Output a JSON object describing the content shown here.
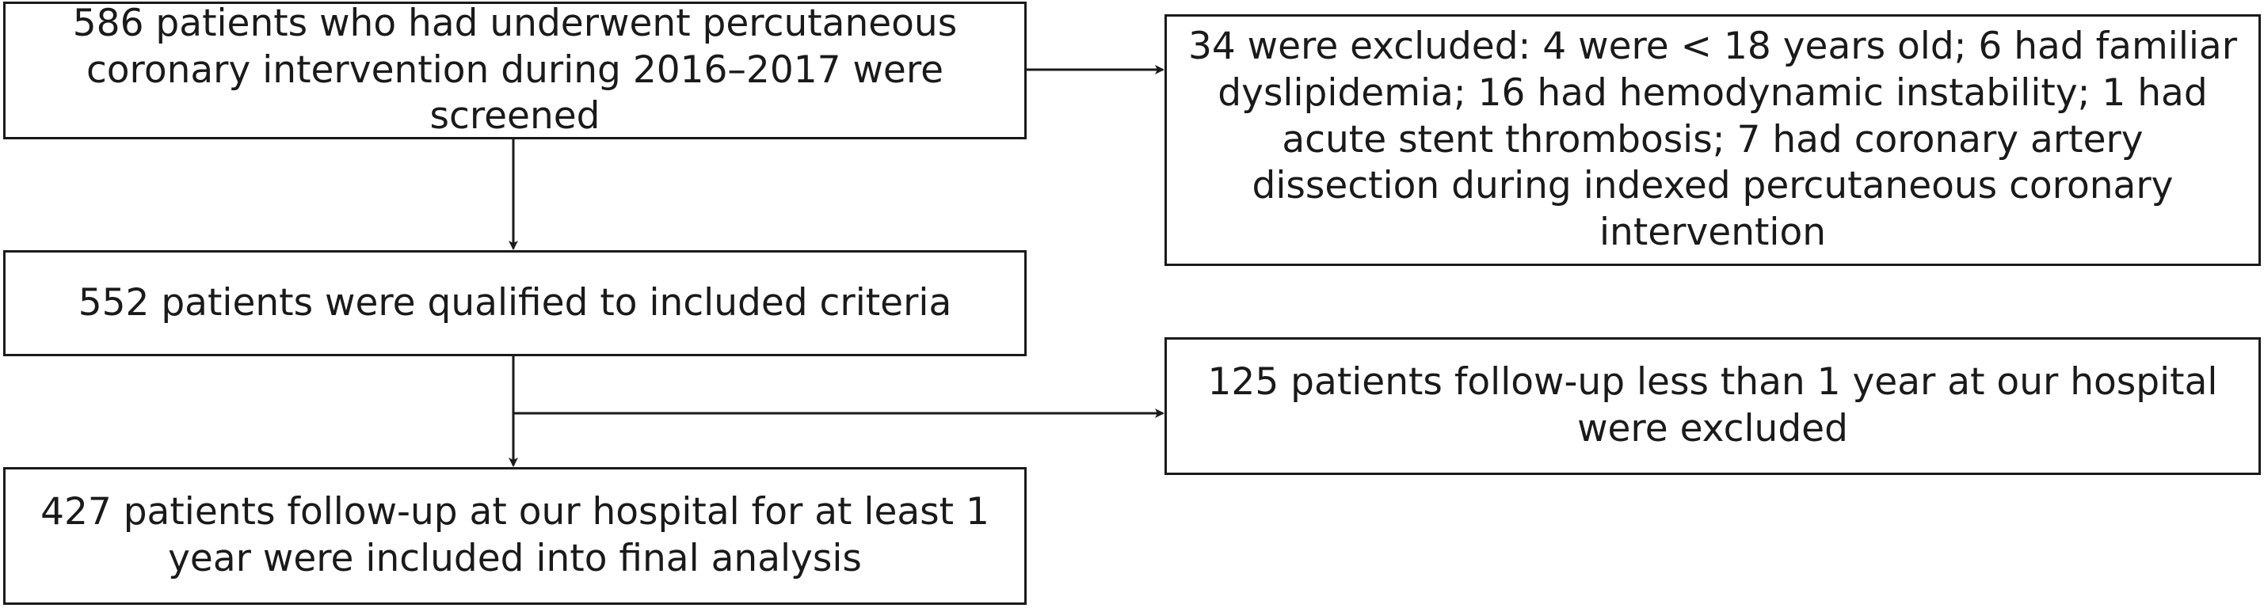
{
  "boxes": {
    "screened": "586 patients who had underwent percutaneous coronary intervention during 2016–2017 were screened",
    "qualified": "552 patients were qualified to included criteria",
    "final": "427 patients follow-up at our hospital for at least 1 year were included into final analysis",
    "excluded_first": "34 were excluded: 4 were < 18 years old; 6 had familiar dyslipidemia; 16 had hemodynamic instability; 1 had acute stent thrombosis; 7 had coronary artery dissection during indexed percutaneous coronary intervention",
    "excluded_followup": "125 patients follow-up less than 1 year at our hospital were excluded"
  },
  "colors": {
    "stroke": "#1a1a1a",
    "background": "#ffffff"
  }
}
